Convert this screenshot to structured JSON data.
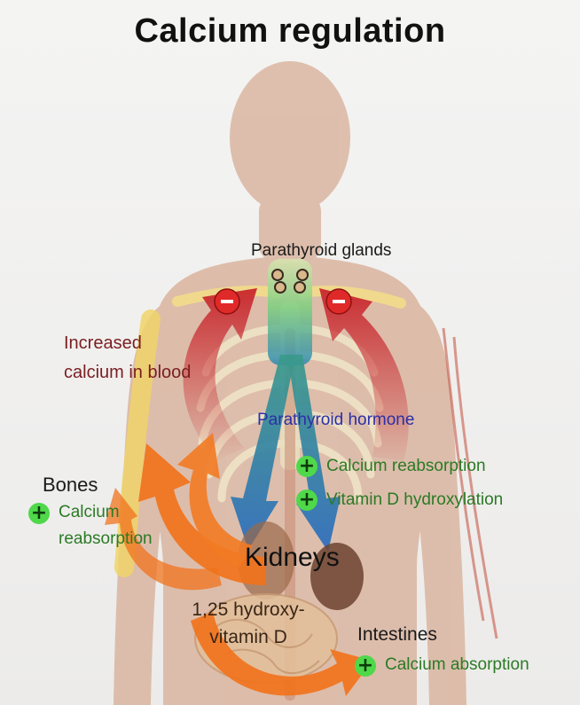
{
  "title": "Calcium regulation",
  "labels": {
    "parathyroid_glands": "Parathyroid glands",
    "increased_calcium_line1": "Increased",
    "increased_calcium_line2": "calcium in blood",
    "parathyroid_hormone": "Parathyroid hormone",
    "bones": "Bones",
    "bones_effect_line1": "Calcium",
    "bones_effect_line2": "reabsorption",
    "kidney_effect_1": "Calcium reabsorption",
    "kidney_effect_2": "Vitamin D hydroxylation",
    "kidneys": "Kidneys",
    "vitd_line1": "1,25 hydroxy-",
    "vitd_line2": "vitamin D",
    "intestines": "Intestines",
    "intestine_effect": "Calcium absorption"
  },
  "symbols": {
    "plus": "+",
    "minus": "−"
  },
  "colors": {
    "body": "#d9b29c",
    "calcium_arrow": "#c8242b",
    "hormone_arrow": "#2e6fb8",
    "vitamin_d_arrow": "#f0731c",
    "stimulate": "#4fd84a",
    "inhibit": "#e02a2a"
  },
  "icons": [
    "plus-icon",
    "minus-icon"
  ]
}
